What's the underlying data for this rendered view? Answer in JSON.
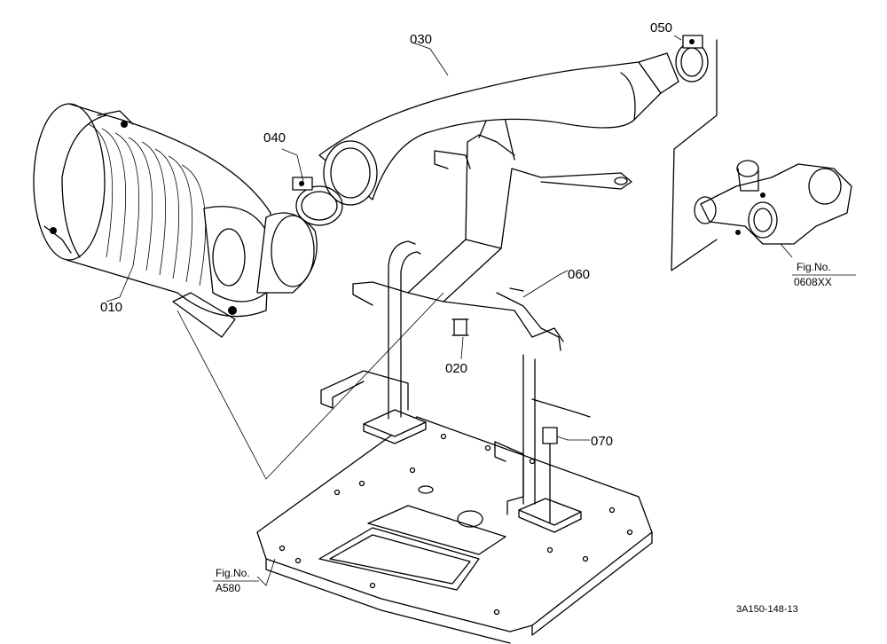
{
  "parts": [
    {
      "id": "p010",
      "number": "010"
    },
    {
      "id": "p020",
      "number": "020"
    },
    {
      "id": "p030",
      "number": "030"
    },
    {
      "id": "p040",
      "number": "040"
    },
    {
      "id": "p050",
      "number": "050"
    },
    {
      "id": "p060",
      "number": "060"
    },
    {
      "id": "p070",
      "number": "070"
    }
  ],
  "references": [
    {
      "id": "turbo",
      "line1": "Fig.No.",
      "line2": "0608XX"
    },
    {
      "id": "base",
      "line1": "Fig.No.",
      "line2": "A580"
    }
  ],
  "drawing_code": "3A150-148-13"
}
